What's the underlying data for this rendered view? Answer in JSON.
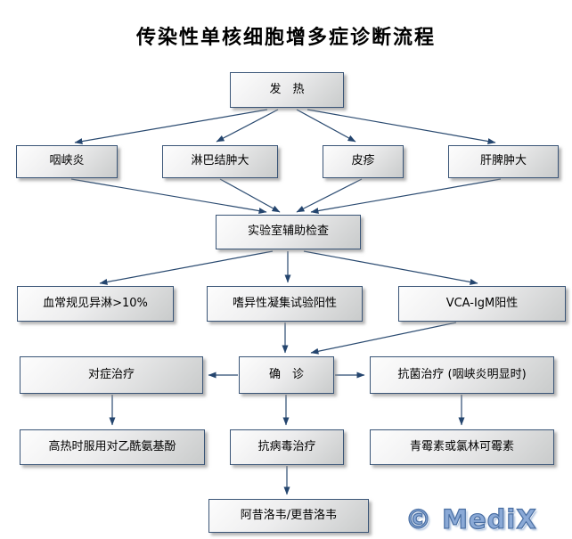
{
  "title": "传染性单核细胞增多症诊断流程",
  "watermark": "© MediX",
  "colors": {
    "box_border": "#3a5577",
    "box_fill_top": "#fdfdfd",
    "box_fill_bottom": "#c9cbcb",
    "arrow": "#24456e",
    "watermark_blue": "#8aa9d6",
    "background": "#ffffff"
  },
  "nodes": {
    "fever": {
      "label": "发　热"
    },
    "pharyngitis": {
      "label": "咽峡炎"
    },
    "lymphadenopathy": {
      "label": "淋巴结肿大"
    },
    "rash": {
      "label": "皮疹"
    },
    "hepatosplenomegaly": {
      "label": "肝脾肿大"
    },
    "lab_tests": {
      "label": "实验室辅助检查"
    },
    "blood_routine": {
      "label": "血常规见异淋>10%"
    },
    "heterophile_test": {
      "label": "嗜异性凝集试验阳性"
    },
    "vca_igm": {
      "label": "VCA-IgM阳性"
    },
    "symptomatic_treatment": {
      "label": "对症治疗"
    },
    "confirmed_diagnosis": {
      "label": "确　诊"
    },
    "antibacterial_treatment": {
      "label": "抗菌治疗 (咽峡炎明显时)"
    },
    "antipyretic": {
      "label": "高热时服用对乙酰氨基酚"
    },
    "antiviral_treatment": {
      "label": "抗病毒治疗"
    },
    "penicillin": {
      "label": "青霉素或氯林可霉素"
    },
    "acyclovir": {
      "label": "阿昔洛韦/更昔洛韦"
    }
  }
}
